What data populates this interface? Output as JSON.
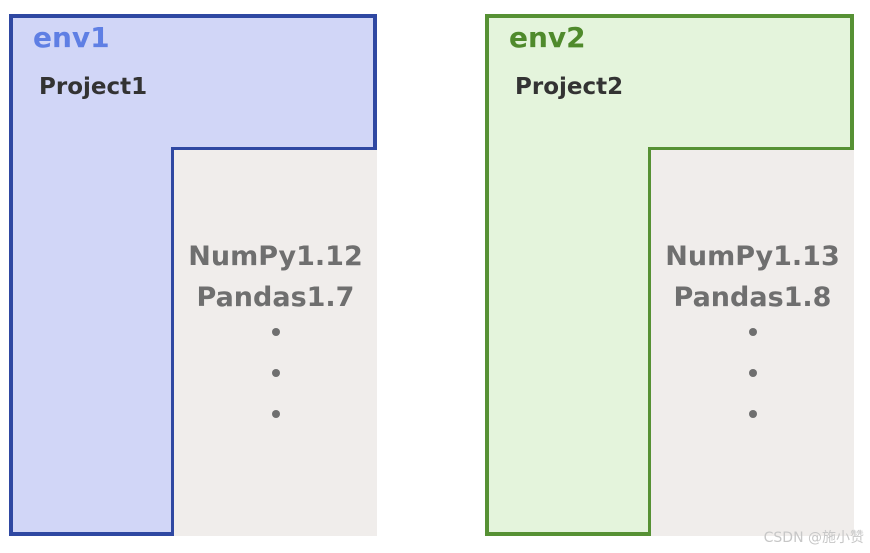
{
  "environments": [
    {
      "env_label": "env1",
      "project_label": "Project1",
      "libraries": [
        "NumPy1.12",
        "Pandas1.7"
      ],
      "colors": {
        "fill": "#d1d6f7",
        "border": "#2f48a2",
        "title": "#5f7fe4"
      }
    },
    {
      "env_label": "env2",
      "project_label": "Project2",
      "libraries": [
        "NumPy1.13",
        "Pandas1.8"
      ],
      "colors": {
        "fill": "#e4f4dc",
        "border": "#569134",
        "title": "#4f8a2c"
      }
    }
  ],
  "library_box_color": "#f0edeb",
  "watermark": "CSDN @施小赞"
}
